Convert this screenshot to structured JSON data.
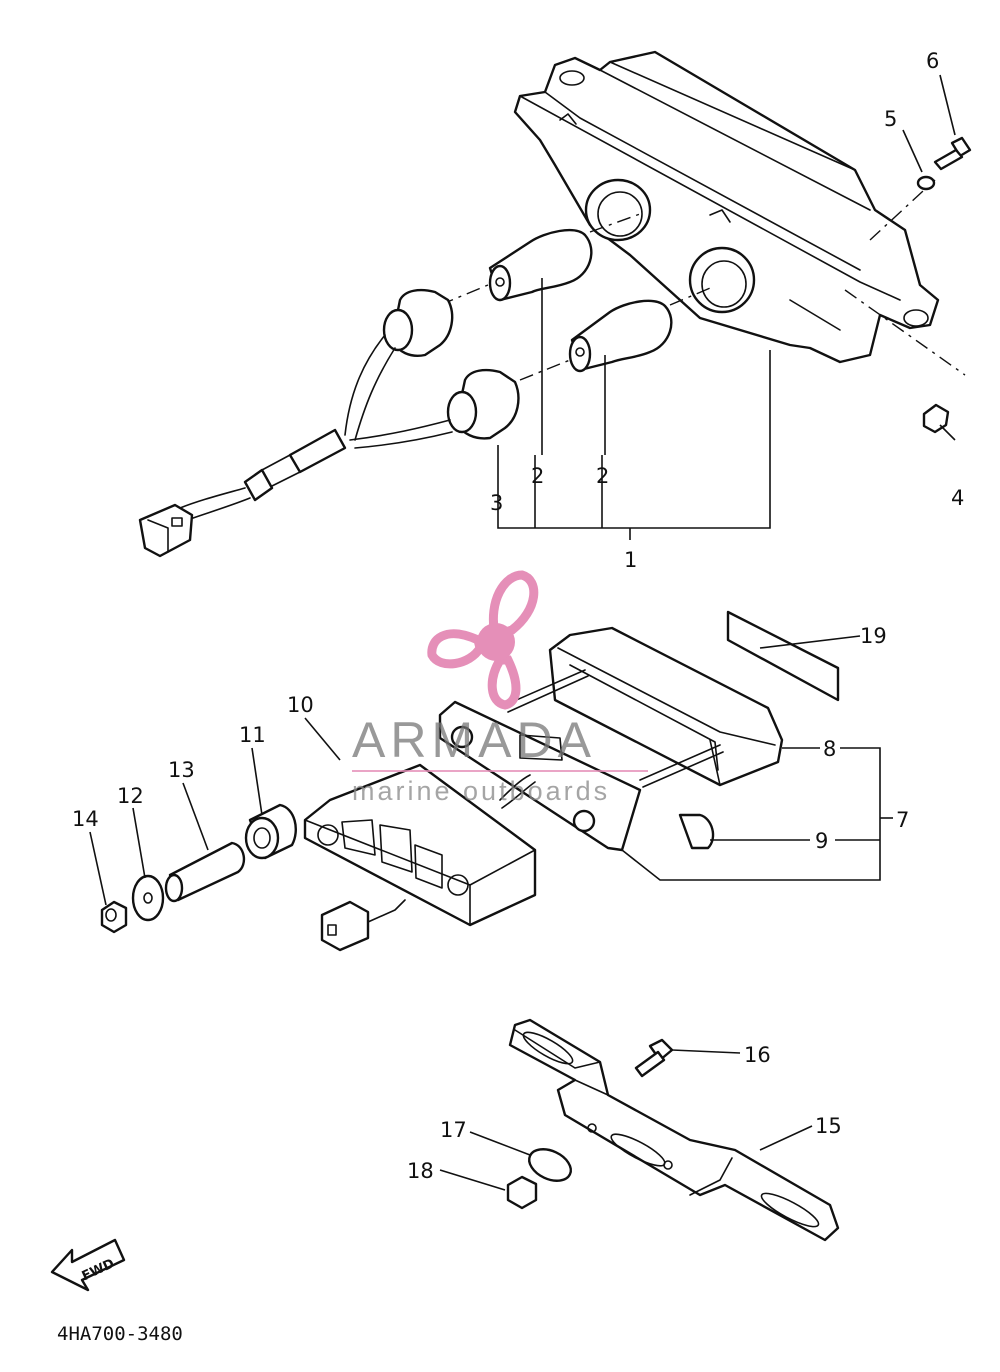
{
  "diagram": {
    "part_number": "4HA700-3480",
    "fwd_label": "FWD",
    "callouts": {
      "c1": "1",
      "c2a": "2",
      "c2b": "2",
      "c3": "3",
      "c4": "4",
      "c5": "5",
      "c6": "6",
      "c7": "7",
      "c8": "8",
      "c9": "9",
      "c10": "10",
      "c11": "11",
      "c12": "12",
      "c13": "13",
      "c14": "14",
      "c15": "15",
      "c16": "16",
      "c17": "17",
      "c18": "18",
      "c19": "19"
    }
  },
  "watermark": {
    "brand": "ARMADA",
    "tagline": "marine outboards",
    "logo_color": "#e58fb8"
  }
}
